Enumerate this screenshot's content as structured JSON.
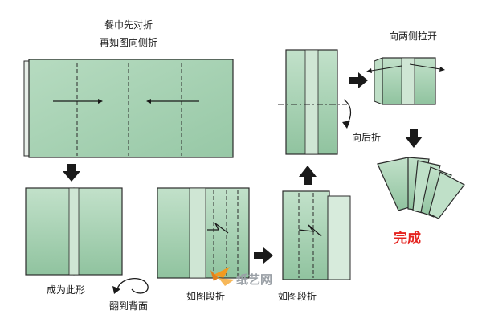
{
  "labels": {
    "step1_line1": "餐巾先对折",
    "step1_line2": "再如图向侧折",
    "step2": "成为此形",
    "flip": "翻到背面",
    "step3": "如图段折",
    "step4": "如图段折",
    "fold_back": "向后折",
    "pull_sides": "向两侧拉开",
    "done": "完成",
    "watermark": "纸艺网"
  },
  "colors": {
    "paper": "#a9d3b5",
    "paper_dark": "#8fc3a0",
    "paper_light": "#cfe6d4",
    "outline": "#2b2b2b",
    "arrow": "#1a1a1a",
    "done_text": "#e52420",
    "watermark_orange": "#f39a1e"
  },
  "icons": [
    "down-arrow-icon",
    "right-arrow-icon",
    "up-arrow-icon",
    "flip-over-icon",
    "fold-arrow-icon",
    "crane-logo-icon"
  ]
}
